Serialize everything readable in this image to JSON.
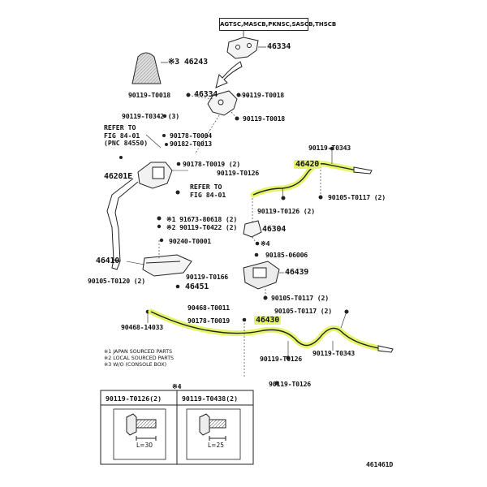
{
  "header_box": "AGTSC,MASCB,PKNSC,SASCB,THSCB",
  "labels": {
    "p46334_top": "46334",
    "p46243": "※3 46243",
    "p46334_mid": "46334",
    "b0018_l": "90119-T0018",
    "b0018_r": "90119-T0018",
    "b0342": "90119-T0342 (3)",
    "b0018_r2": "90119-T0018",
    "b0004": "90178-T0004",
    "b0013": "90182-T0013",
    "b0343_top": "90119-T0343",
    "p46420": "46420",
    "b0019a": "90178-T0019 (2)",
    "b0126a": "90119-T0126",
    "p46201e": "46201E",
    "b0117a": "90105-T0117 (2)",
    "b0126b": "90119-T0126 (2)",
    "b0618": "※1 91673-80618 (2)",
    "b0422": "※2 90119-T0422 (2)",
    "p46304": "46304",
    "b0001": "90240-T0001",
    "star4": "※4",
    "b06006": "90185-06006",
    "p46410": "46410",
    "p46439": "46439",
    "b0166": "90119-T0166",
    "b0120": "90105-T0120 (2)",
    "p46451": "46451",
    "b0117b": "90105-T0117 (2)",
    "b0011": "90468-T0011",
    "b0117c": "90105-T0117 (2)",
    "b14033": "90468-14033",
    "b0019b": "90178-T0019",
    "p46430": "46430",
    "b0126c": "90119-T0126",
    "b0343_bot": "90119-T0343",
    "b0126d": "90119-T0126",
    "diagram_id": "461461D"
  },
  "refer_top": [
    "REFER TO",
    "FIG 84-01",
    "(PNC 84550)"
  ],
  "refer_mid": [
    "REFER TO",
    "FIG 84-01"
  ],
  "notes": [
    "※1 JAPAN SOURCED PARTS",
    "※2 LOCAL SOURCED PARTS",
    "※3 W/O (CONSOLE BOX)"
  ],
  "detail": {
    "marker": "※4",
    "left_header": "90119-T0126(2)",
    "right_header": "90119-T0438(2)",
    "left_len": "L=30",
    "right_len": "L=25"
  },
  "colors": {
    "highlight": "#e4f56a",
    "line": "#222222"
  }
}
